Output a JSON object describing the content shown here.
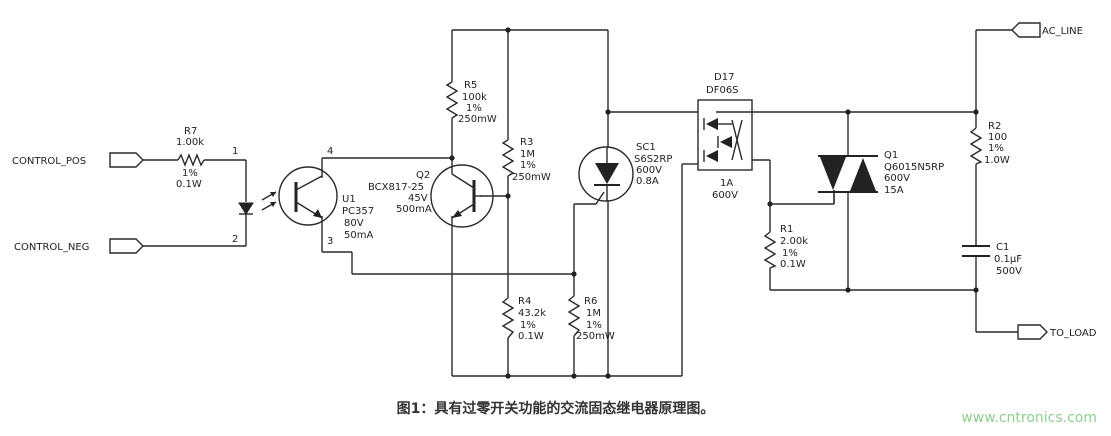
{
  "ports": {
    "control_pos": "CONTROL_POS",
    "control_neg": "CONTROL_NEG",
    "ac_line": "AC_LINE",
    "to_load": "TO_LOAD"
  },
  "pins": {
    "p1": "1",
    "p2": "2",
    "p3": "3",
    "p4": "4"
  },
  "components": {
    "R7": [
      "R7",
      "1.00k",
      "1%",
      "0.1W"
    ],
    "U1": [
      "U1",
      "PC357",
      "80V",
      "50mA"
    ],
    "Q2": [
      "Q2",
      "BCX817-25",
      "45V",
      "500mA"
    ],
    "R5": [
      "R5",
      "100k",
      "1%",
      "250mW"
    ],
    "R3": [
      "R3",
      "1M",
      "1%",
      "250mW"
    ],
    "R4": [
      "R4",
      "43.2k",
      "1%",
      "0.1W"
    ],
    "R6": [
      "R6",
      "1M",
      "1%",
      "250mW"
    ],
    "SC1": [
      "SC1",
      "S6S2RP",
      "600V",
      "0.8A"
    ],
    "D17": [
      "D17",
      "DF06S"
    ],
    "D17_rating": [
      "1A",
      "600V"
    ],
    "R1": [
      "R1",
      "2.00k",
      "1%",
      "0.1W"
    ],
    "Q1": [
      "Q1",
      "Q6015N5RP",
      "600V",
      "15A"
    ],
    "R2": [
      "R2",
      "100",
      "1%",
      "1.0W"
    ],
    "C1": [
      "C1",
      "0.1µF",
      "500V"
    ]
  },
  "caption": "图1：具有过零开关功能的交流固态继电器原理图。",
  "watermark": "www.cntronics.com"
}
